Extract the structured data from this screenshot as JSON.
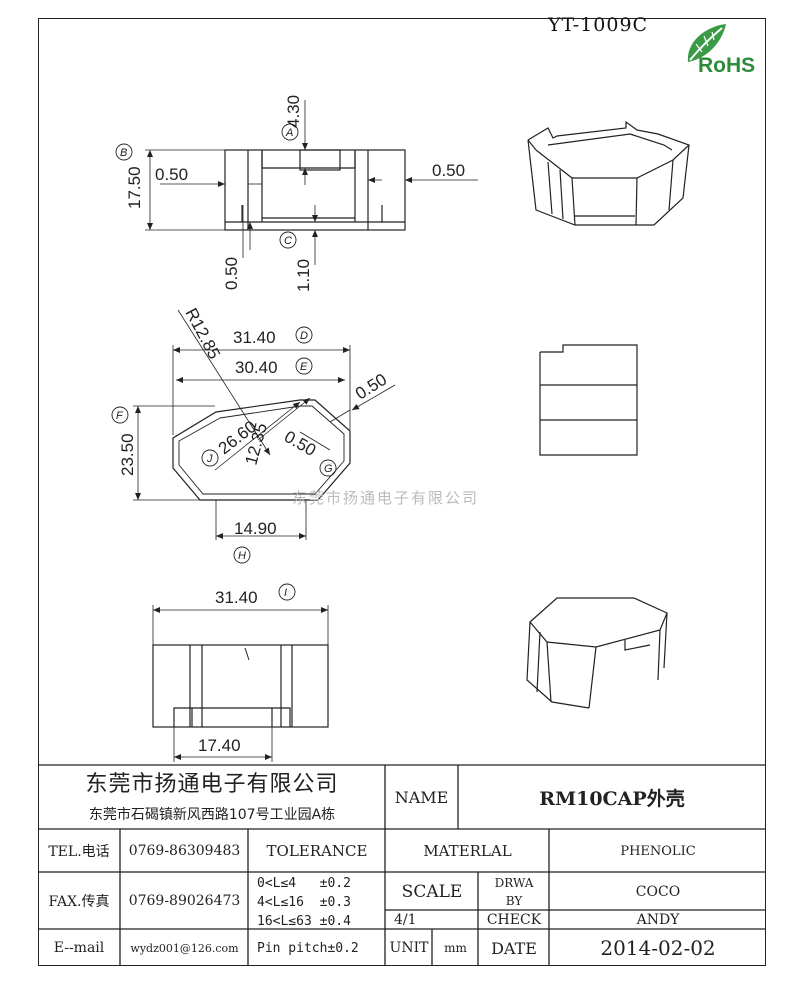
{
  "header": {
    "part_number": "YT-1009C",
    "rohs_label": "RoHS"
  },
  "watermark": "东莞市扬通电子有限公司",
  "dimensions": {
    "top_view": {
      "b_17_50": "17.50",
      "b_label": "B",
      "left_0_50": "0.50",
      "right_0_50": "0.50",
      "a_4_30": "4.30",
      "a_label": "A",
      "bottom_0_50": "0.50",
      "c_1_10": "1.10",
      "c_label": "C"
    },
    "plan_view": {
      "d_31_40": "31.40",
      "d_label": "D",
      "e_30_40": "30.40",
      "e_label": "E",
      "r_12_85": "R12.85",
      "diag_0_50": "0.50",
      "f_23_50": "23.50",
      "f_label": "F",
      "j_26_60": "26.60",
      "j_label": "J",
      "r_12_35": "12.35",
      "g_0_50": "0.50",
      "g_label": "G",
      "h_14_90": "14.90",
      "h_label": "H"
    },
    "front_view": {
      "i_31_40": "31.40",
      "i_label": "I",
      "bottom_17_40": "17.40"
    }
  },
  "title_block": {
    "company_name": "东莞市扬通电子有限公司",
    "company_address": "东莞市石碣镇新风西路107号工业园A栋",
    "name_label": "NAME",
    "name_value": "RM10CAP外壳",
    "tel_label": "TEL.电话",
    "tel_value": "0769-86309483",
    "tolerance_label": "TOLERANCE",
    "material_label": "MATERLAL",
    "material_value": "PHENOLIC",
    "fax_label": "FAX.传真",
    "fax_value": "0769-89026473",
    "tol_line_1": "0<L≤4   ±0.2",
    "tol_line_2": "4<L≤16  ±0.3",
    "tol_line_3": "16<L≤63 ±0.4",
    "tol_line_4": "Pin pitch±0.2",
    "scale_label": "SCALE",
    "scale_value": "4/1",
    "drawn_by_label_1": "DRWA",
    "drawn_by_label_2": "BY",
    "drawn_by_value": "COCO",
    "check_label": "CHECK",
    "check_value": "ANDY",
    "email_label": "E--mail",
    "email_value": "wydz001@126.com",
    "unit_label": "UNIT",
    "unit_value": "mm",
    "date_label": "DATE",
    "date_value": "2014-02-02"
  }
}
